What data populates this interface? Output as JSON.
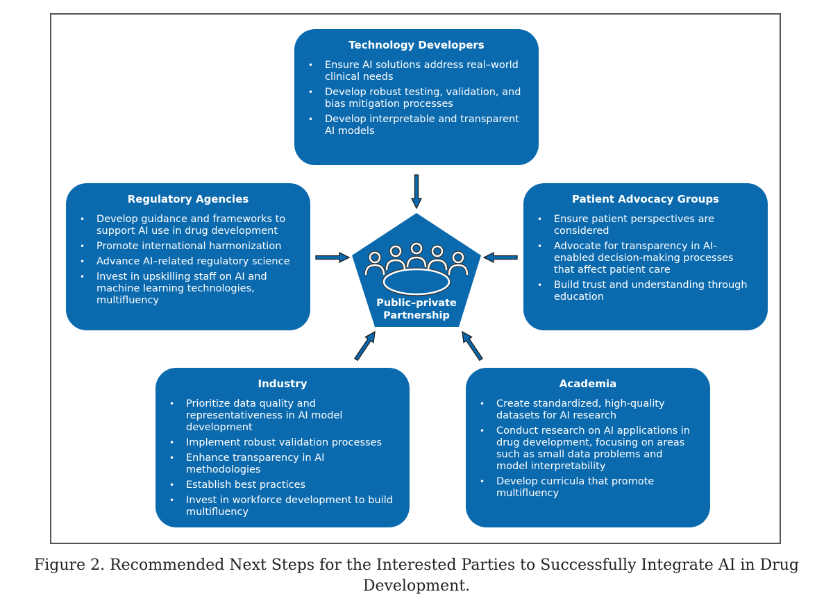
{
  "colors": {
    "box_fill": "#0b6aae",
    "text_on_box": "#ffffff",
    "frame": "#555555"
  },
  "center": {
    "label_line1": "Public–private",
    "label_line2": "Partnership",
    "icon": "meeting-table-icon"
  },
  "boxes": {
    "technology": {
      "title": "Technology Developers",
      "items": [
        "Ensure AI solutions address real–world clinical needs",
        "Develop robust testing, validation, and bias mitigation processes",
        "Develop interpretable and transparent AI models"
      ]
    },
    "regulatory": {
      "title": "Regulatory Agencies",
      "items": [
        "Develop guidance and frameworks to support AI use in drug development",
        "Promote international harmonization",
        "Advance AI–related regulatory science",
        "Invest in upskilling staff on AI and machine learning technologies, multifluency"
      ]
    },
    "patient": {
      "title": "Patient Advocacy Groups",
      "items": [
        "Ensure patient perspectives are considered",
        "Advocate for transparency in AI-enabled decision-making processes that affect patient care",
        "Build trust and understanding through education"
      ]
    },
    "industry": {
      "title": "Industry",
      "items": [
        "Prioritize data quality and representativeness in AI model development",
        "Implement robust validation processes",
        "Enhance transparency in AI methodologies",
        "Establish best practices",
        "Invest in workforce development to build multifluency"
      ]
    },
    "academia": {
      "title": "Academia",
      "items": [
        "Create standardized, high-quality datasets for AI research",
        "Conduct research on AI applications in drug development, focusing on areas such as small data problems and model interpretability",
        "Develop curricula that promote multifluency"
      ]
    }
  },
  "caption": "Figure 2.  Recommended Next Steps for the Interested Parties to Successfully Integrate AI in Drug Development."
}
